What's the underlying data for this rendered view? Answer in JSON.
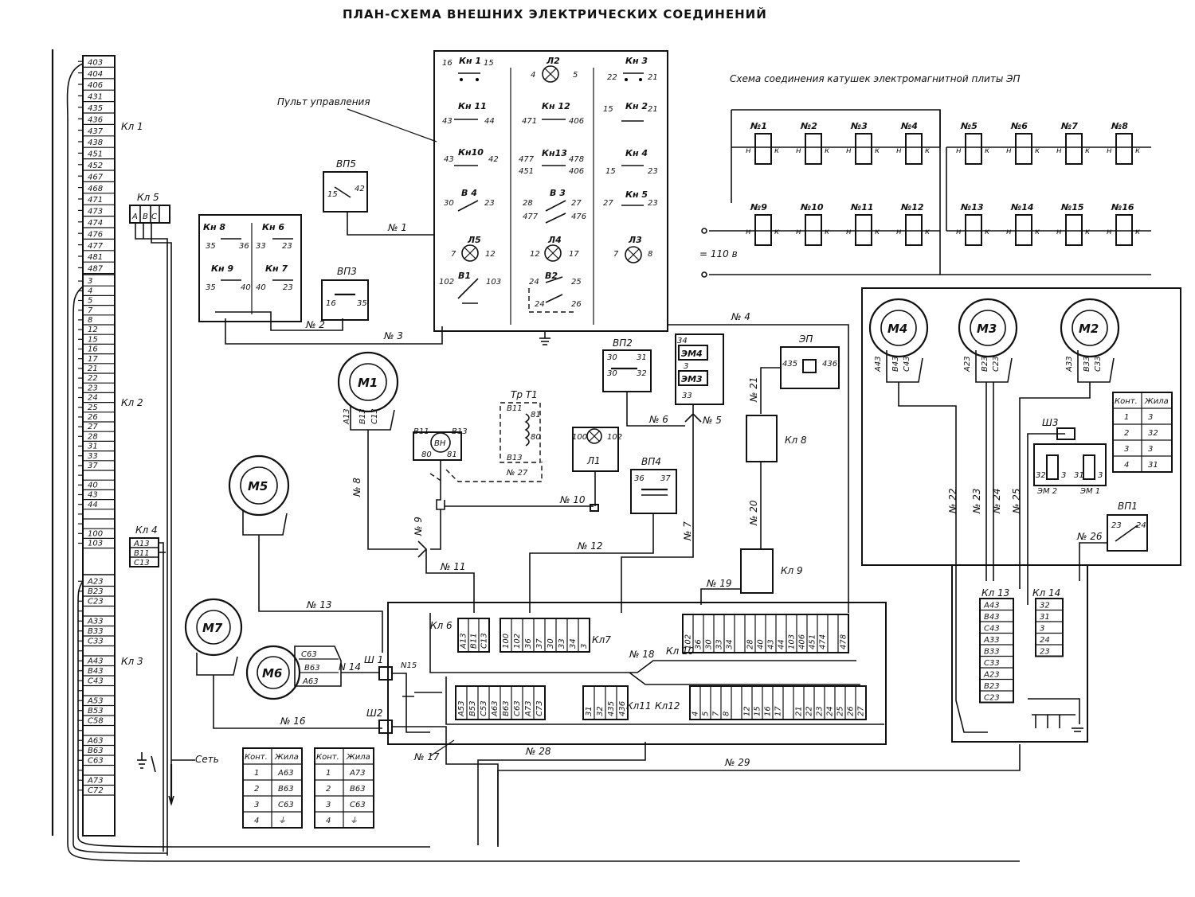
{
  "title": "ПЛАН-СХЕМА ВНЕШНИХ ЭЛЕКТРИЧЕСКИХ СОЕДИНЕНИЙ",
  "subtitle": "Схема соединения катушек электромагнитной плиты ЭП",
  "labels": {
    "panel": "Пульт управления",
    "voltage": "= 110 в",
    "network": "Сеть",
    "kl1": "Кл 1",
    "kl2": "Кл 2",
    "kl3": "Кл 3",
    "kl4": "Кл 4",
    "kl5": "Кл 5",
    "kl6": "Кл 6",
    "kl7": "Кл7",
    "kl8": "Кл 8",
    "kl9": "Кл 9",
    "kl10": "Кл 10",
    "kl11": "Кл11",
    "kl12": "Кл12",
    "kl13": "Кл 13",
    "kl14": "Кл 14",
    "sh1": "Ш 1",
    "sh2": "Ш2",
    "sh3": "Ш3",
    "vp1": "ВП1",
    "vp2": "ВП2",
    "vp3": "ВП3",
    "vp4": "ВП4",
    "vp5": "ВП5",
    "ep": "ЭП",
    "tr": "Тр Т1",
    "l1": "Л1",
    "em1": "ЭМ 1",
    "em2": "ЭМ 2"
  },
  "motors": [
    "М1",
    "М2",
    "М3",
    "М4",
    "М5",
    "М6",
    "М7"
  ],
  "wires": [
    "№ 1",
    "№ 2",
    "№ 3",
    "№ 4",
    "№ 5",
    "№ 6",
    "№ 7",
    "№ 8",
    "№ 9",
    "№ 10",
    "№ 11",
    "№ 12",
    "№ 13",
    "N 14",
    "N15",
    "№ 16",
    "№ 17",
    "№ 18",
    "№ 19",
    "№ 20",
    "№ 21",
    "№ 22",
    "№ 23",
    "№ 24",
    "№ 25",
    "№ 26",
    "№ 27",
    "№ 28",
    "№ 29"
  ],
  "kl1_terminals": [
    "403",
    "404",
    "406",
    "431",
    "435",
    "436",
    "437",
    "438",
    "451",
    "452",
    "467",
    "468",
    "471",
    "473",
    "474",
    "476",
    "477",
    "481",
    "487"
  ],
  "kl2_terminals": [
    "3",
    "4",
    "5",
    "7",
    "8",
    "12",
    "15",
    "16",
    "17",
    "21",
    "22",
    "23",
    "24",
    "25",
    "26",
    "27",
    "28",
    "31",
    "33",
    "37",
    "",
    "40",
    "43",
    "44",
    "",
    "",
    "100",
    "103"
  ],
  "kl3_terminals": [
    "А23",
    "В23",
    "С23",
    "",
    "А33",
    "В33",
    "С33",
    "",
    "А43",
    "В43",
    "С43",
    "",
    "А53",
    "В53",
    "С58",
    "",
    "А63",
    "В63",
    "С63",
    "",
    "А73",
    "С72"
  ],
  "kl4_terminals": [
    "А13",
    "В11",
    "С13"
  ],
  "coils_row1": [
    "№1",
    "№2",
    "№3",
    "№4",
    "№5",
    "№6",
    "№7",
    "№8"
  ],
  "coils_row2": [
    "№9",
    "№10",
    "№11",
    "№12",
    "№13",
    "№14",
    "№15",
    "№16"
  ],
  "table_headers": [
    "Конт.",
    "Жила"
  ],
  "table_sh1": [
    [
      "1",
      "А63"
    ],
    [
      "2",
      "В63"
    ],
    [
      "3",
      "С63"
    ],
    [
      "4",
      "⏚"
    ]
  ],
  "table_sh2": [
    [
      "1",
      "А73"
    ],
    [
      "2",
      "В63"
    ],
    [
      "3",
      "С63"
    ],
    [
      "4",
      "⏚"
    ]
  ],
  "table_sh3": [
    [
      "1",
      "3"
    ],
    [
      "2",
      "32"
    ],
    [
      "3",
      "3"
    ],
    [
      "4",
      "31"
    ]
  ],
  "kl13_terminals": [
    "А43",
    "В43",
    "С43",
    "А33",
    "В33",
    "С33",
    "А23",
    "В23",
    "С23"
  ],
  "kl14_terminals": [
    "32",
    "31",
    "3",
    "24",
    "23"
  ],
  "kl10_terminals": [
    "102",
    "36",
    "30",
    "33",
    "34",
    "",
    "28",
    "40",
    "43",
    "44",
    "103",
    "406",
    "451",
    "474",
    "",
    "478"
  ],
  "kl12_terminals": [
    "4",
    "5",
    "7",
    "8",
    "",
    "12",
    "15",
    "16",
    "17",
    "",
    "21",
    "22",
    "23",
    "24",
    "25",
    "26",
    "27"
  ],
  "kl6_terminals": [
    "А13",
    "В11",
    "С13"
  ],
  "kl7_terminals": [
    "100",
    "102",
    "36",
    "37",
    "30",
    "33",
    "34",
    "3"
  ],
  "kl11_bottom": [
    "А53",
    "В53",
    "С53",
    "А63",
    "В63",
    "С63",
    "А73",
    "С73"
  ],
  "kl11_right": [
    "31",
    "32",
    "435",
    "436"
  ]
}
